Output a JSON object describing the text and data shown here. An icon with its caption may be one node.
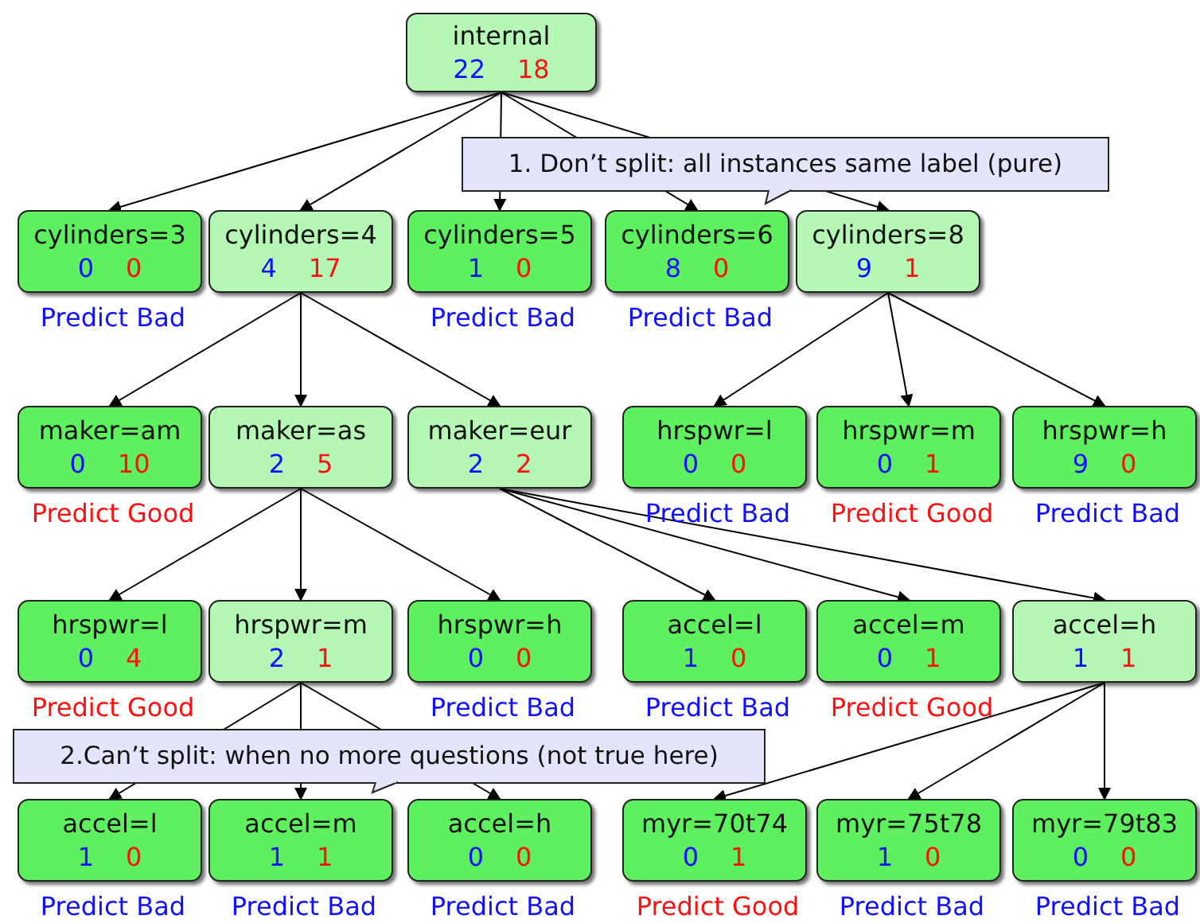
{
  "diagram": {
    "nodes": [
      {
        "text": [
          "internal",
          "22",
          "18"
        ]
      },
      {
        "text": [
          "cylinders=3",
          "0",
          "0"
        ],
        "beside": [
          "Predict Bad"
        ]
      },
      {
        "text": [
          "cylinders=4",
          "4",
          "17"
        ]
      },
      {
        "text": [
          "cylinders=5",
          "1",
          "0"
        ],
        "beside": [
          "Predict Bad"
        ]
      },
      {
        "text": [
          "cylinders=6",
          "8",
          "0"
        ],
        "beside": [
          "Predict Bad"
        ]
      },
      {
        "text": [
          "cylinders=8",
          "9",
          "1"
        ]
      },
      {
        "text": [
          "maker=am",
          "0",
          "10"
        ],
        "beside": [
          "Predict Good"
        ]
      },
      {
        "text": [
          "maker=as",
          "2",
          "5"
        ]
      },
      {
        "text": [
          "maker=eur",
          "2",
          "2"
        ]
      },
      {
        "text": [
          "hrspwr=l",
          "0",
          "0"
        ],
        "beside": [
          "Predict Bad"
        ]
      },
      {
        "text": [
          "hrspwr=m",
          "0",
          "1"
        ],
        "beside": [
          "Predict Good"
        ]
      },
      {
        "text": [
          "hrspwr=h",
          "9",
          "0"
        ],
        "beside": [
          "Predict Bad"
        ]
      },
      {
        "text": [
          "hrspwr=l",
          "0",
          "4"
        ],
        "beside": [
          "Predict Good"
        ]
      },
      {
        "text": [
          "hrspwr=m",
          "2",
          "1"
        ]
      },
      {
        "text": [
          "hrspwr=h",
          "0",
          "0"
        ],
        "beside": [
          "Predict Bad"
        ]
      },
      {
        "text": [
          "accel=l",
          "1",
          "0"
        ],
        "beside": [
          "Predict Bad"
        ]
      },
      {
        "text": [
          "accel=m",
          "0",
          "1"
        ],
        "beside": [
          "Predict Good"
        ]
      },
      {
        "text": [
          "accel=h",
          "1",
          "1"
        ]
      },
      {
        "text": [
          "accel=l",
          "1",
          "0"
        ],
        "beside": [
          "Predict Bad"
        ]
      },
      {
        "text": [
          "accel=m",
          "1",
          "1"
        ],
        "beside": [
          "Predict Bad"
        ]
      },
      {
        "text": [
          "accel=h",
          "0",
          "0"
        ],
        "beside": [
          "Predict Bad"
        ]
      },
      {
        "text": [
          "myr=70t74",
          "0",
          "1"
        ],
        "beside": [
          "Predict Good"
        ]
      },
      {
        "text": [
          "myr=75t78",
          "1",
          "0"
        ],
        "beside": [
          "Predict Bad"
        ]
      },
      {
        "text": [
          "myr=79t83",
          "0",
          "0"
        ],
        "beside": [
          "Predict Bad"
        ]
      }
    ],
    "labels": [
      "1. Don’t split: all instances same label (pure)",
      "2.Can’t split: when no more questions (not true here)"
    ],
    "edges": [
      {
        "from": 0,
        "to": 1,
        "arrow": "to"
      },
      {
        "from": 0,
        "to": 2,
        "arrow": "to"
      },
      {
        "from": 0,
        "to": 3,
        "arrow": "to"
      },
      {
        "from": 0,
        "to": 4,
        "arrow": "to"
      },
      {
        "from": 0,
        "to": 5,
        "arrow": "to"
      },
      {
        "from": 2,
        "to": 6,
        "arrow": "to"
      },
      {
        "from": 2,
        "to": 7,
        "arrow": "to"
      },
      {
        "from": 2,
        "to": 8,
        "arrow": "to"
      },
      {
        "from": 5,
        "to": 9,
        "arrow": "to"
      },
      {
        "from": 5,
        "to": 10,
        "arrow": "to"
      },
      {
        "from": 5,
        "to": 11,
        "arrow": "to"
      },
      {
        "from": 7,
        "to": 12,
        "arrow": "to"
      },
      {
        "from": 7,
        "to": 13,
        "arrow": "to"
      },
      {
        "from": 7,
        "to": 14,
        "arrow": "to"
      },
      {
        "from": 8,
        "to": 15,
        "arrow": "to"
      },
      {
        "from": 8,
        "to": 16,
        "arrow": "to"
      },
      {
        "from": 8,
        "to": 17,
        "arrow": "to"
      },
      {
        "from": 13,
        "to": 18,
        "arrow": "to"
      },
      {
        "from": 13,
        "to": 19,
        "arrow": "to"
      },
      {
        "from": 13,
        "to": 20,
        "arrow": "to"
      },
      {
        "from": 17,
        "to": 21,
        "arrow": "to"
      },
      {
        "from": 17,
        "to": 22,
        "arrow": "to"
      },
      {
        "from": 17,
        "to": 23,
        "arrow": "to"
      }
    ]
  }
}
